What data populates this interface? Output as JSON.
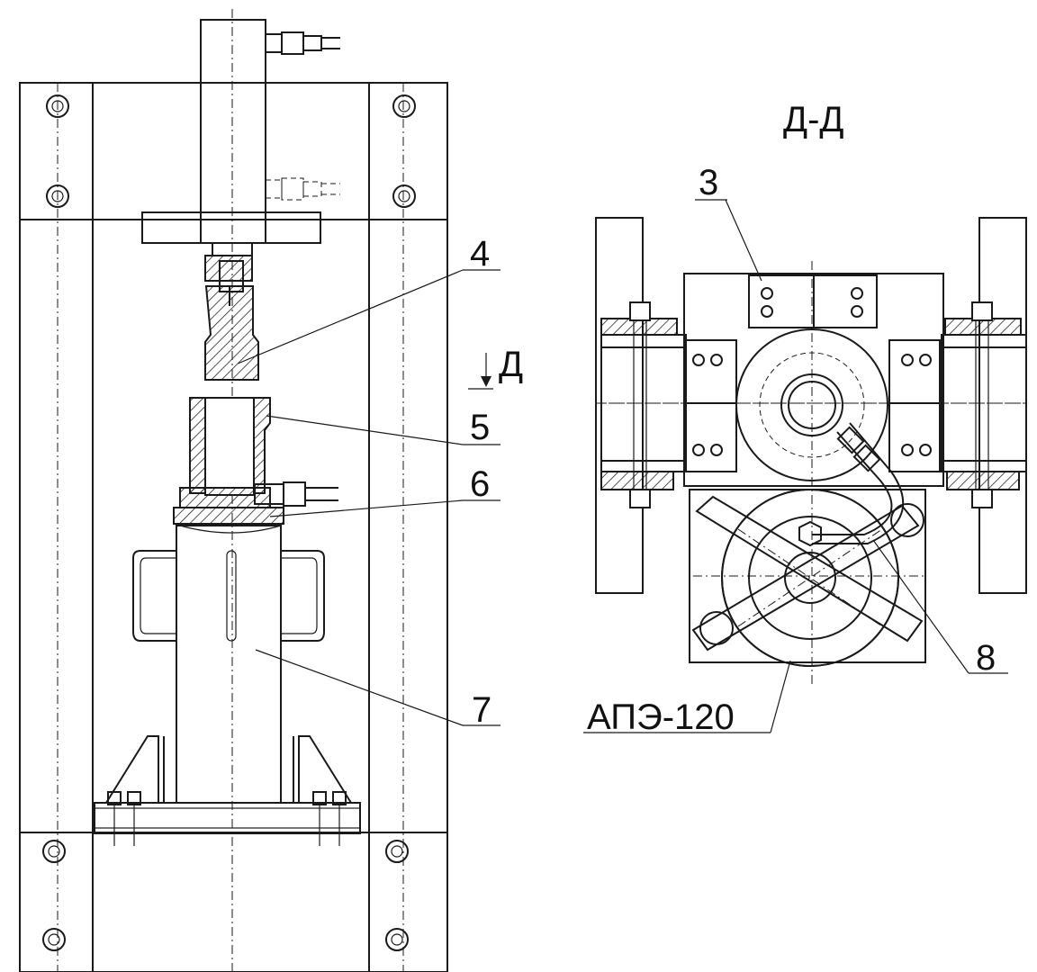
{
  "section_title": "Д-Д",
  "section_marker": "Д",
  "callouts": {
    "c3": "3",
    "c4": "4",
    "c5": "5",
    "c6": "6",
    "c7": "7",
    "c8": "8",
    "device": "АПЭ-120"
  }
}
